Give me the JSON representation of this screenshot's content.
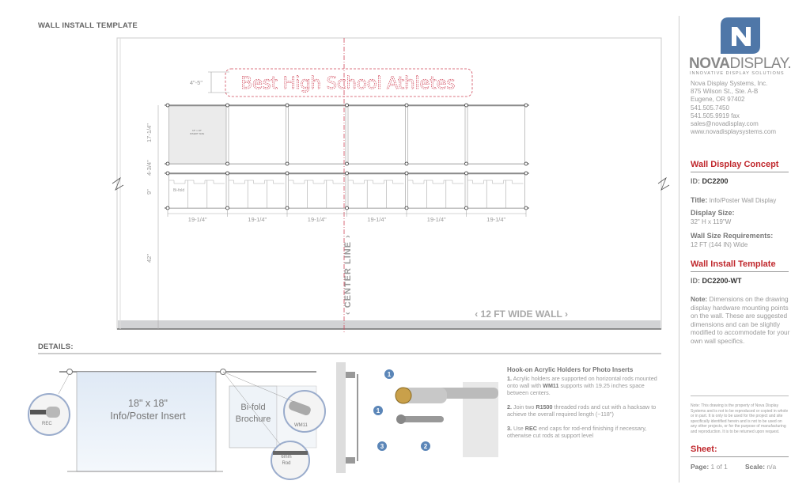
{
  "header": {
    "title": "WALL INSTALL TEMPLATE",
    "details_label": "DETAILS:"
  },
  "drawing": {
    "banner_text": "Best High School Athletes",
    "banner_height": "4\"-5\"",
    "vertical_dims": [
      "17-1/4\"",
      "4-3/4\"",
      "9\"",
      "42\""
    ],
    "column_dims": [
      "19-1/4\"",
      "19-1/4\"",
      "19-1/4\"",
      "19-1/4\"",
      "19-1/4\"",
      "19-1/4\""
    ],
    "poster_label": "18\" x 18\" INSERT SIZE",
    "brochure_label": "Bi-fold",
    "center_line": "CENTER LINE",
    "wall_width": "12 FT WIDE WALL",
    "accent_color": "#d0485a"
  },
  "details": {
    "poster_insert": "18\" x 18\" Info/Poster Insert",
    "brochure": "Bi-fold Brochure",
    "rec": "REC",
    "wm11": "WM11",
    "rod": "6mm Rod",
    "badges": [
      "1",
      "1",
      "3",
      "2"
    ],
    "heading": "Hook-on Acrylic Holders for Photo Inserts",
    "step1_num": "1.",
    "step1_a": "Acrylic holders are supported on horizontal rods mounted onto wall with ",
    "step1_b": "WM11",
    "step1_c": " supports with 19.25 inches space between centers.",
    "step2_num": "2.",
    "step2_a": "Join two ",
    "step2_b": "R1500",
    "step2_c": " threaded rods and cut with a hacksaw to achieve the overall required length (~118\")",
    "step3_num": "3.",
    "step3_a": "Use ",
    "step3_b": "REC",
    "step3_c": " end caps for rod-end finishing if necessary, otherwise cut rods at support level"
  },
  "sidebar": {
    "brand_bold": "NOVA",
    "brand_light": "DISPLAY.",
    "tagline": "INNOVATIVE DISPLAY SOLUTIONS",
    "company": "Nova Display Systems, Inc.",
    "address1": "875 Wilson St., Ste. A-B",
    "address2": "Eugene, OR 97402",
    "phone": "541.505.7450",
    "fax": "541.505.9919 fax",
    "email": "sales@novadisplay.com",
    "web": "www.novadisplaysystems.com",
    "concept_heading": "Wall Display Concept",
    "id_label": "ID:",
    "id_value": "DC2200",
    "title_label": "Title:",
    "title_value": "Info/Poster Wall Display",
    "size_label": "Display Size:",
    "size_value": "32\" H x 119\"W",
    "wall_label": "Wall Size Requirements:",
    "wall_value": "12 FT (144 IN) Wide",
    "template_heading": "Wall Install Template",
    "tid_label": "ID:",
    "tid_value": "DC2200-WT",
    "note_label": "Note:",
    "note_text": "Dimensions on the drawing display hardware mounting points on the wall. These are suggested dimensions and can be slightly modified to accommodate for your own wall specifics.",
    "legal": "Note: This drawing is the property of Nova Display Systems and is not to be reproduced or copied in whole or in part. It is only to be used for the project and site specifically identified herein and is not to be used on any other projects, or for the purpose of manufacturing and reproduction. It is to be returned upon request.",
    "sheet_heading": "Sheet:",
    "page_label": "Page:",
    "page_value": "1 of 1",
    "scale_label": "Scale:",
    "scale_value": "n/a",
    "brand_color": "#4f77a8",
    "accent_color": "#c0282d"
  }
}
